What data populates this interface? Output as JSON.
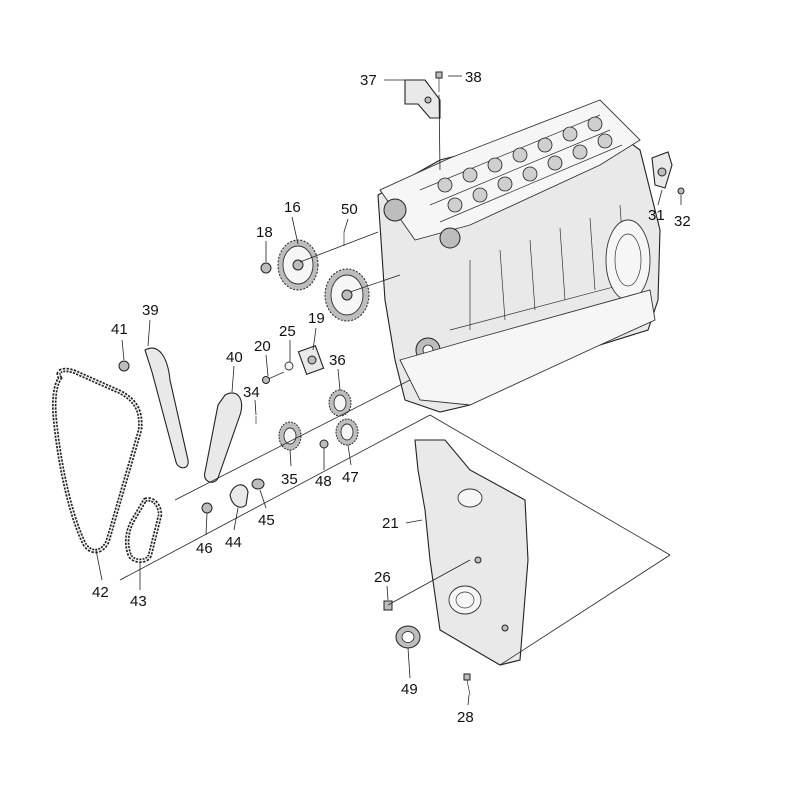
{
  "diagram": {
    "callouts": [
      {
        "id": "37",
        "label": "37"
      },
      {
        "id": "38",
        "label": "38"
      },
      {
        "id": "16",
        "label": "16"
      },
      {
        "id": "18",
        "label": "18"
      },
      {
        "id": "50",
        "label": "50"
      },
      {
        "id": "31",
        "label": "31"
      },
      {
        "id": "32",
        "label": "32"
      },
      {
        "id": "39",
        "label": "39"
      },
      {
        "id": "41",
        "label": "41"
      },
      {
        "id": "19",
        "label": "19"
      },
      {
        "id": "25",
        "label": "25"
      },
      {
        "id": "20",
        "label": "20"
      },
      {
        "id": "40",
        "label": "40"
      },
      {
        "id": "36",
        "label": "36"
      },
      {
        "id": "34",
        "label": "34"
      },
      {
        "id": "35",
        "label": "35"
      },
      {
        "id": "48",
        "label": "48"
      },
      {
        "id": "47",
        "label": "47"
      },
      {
        "id": "45",
        "label": "45"
      },
      {
        "id": "44",
        "label": "44"
      },
      {
        "id": "46",
        "label": "46"
      },
      {
        "id": "21",
        "label": "21"
      },
      {
        "id": "26",
        "label": "26"
      },
      {
        "id": "42",
        "label": "42"
      },
      {
        "id": "43",
        "label": "43"
      },
      {
        "id": "49",
        "label": "49"
      },
      {
        "id": "28",
        "label": "28"
      }
    ]
  }
}
